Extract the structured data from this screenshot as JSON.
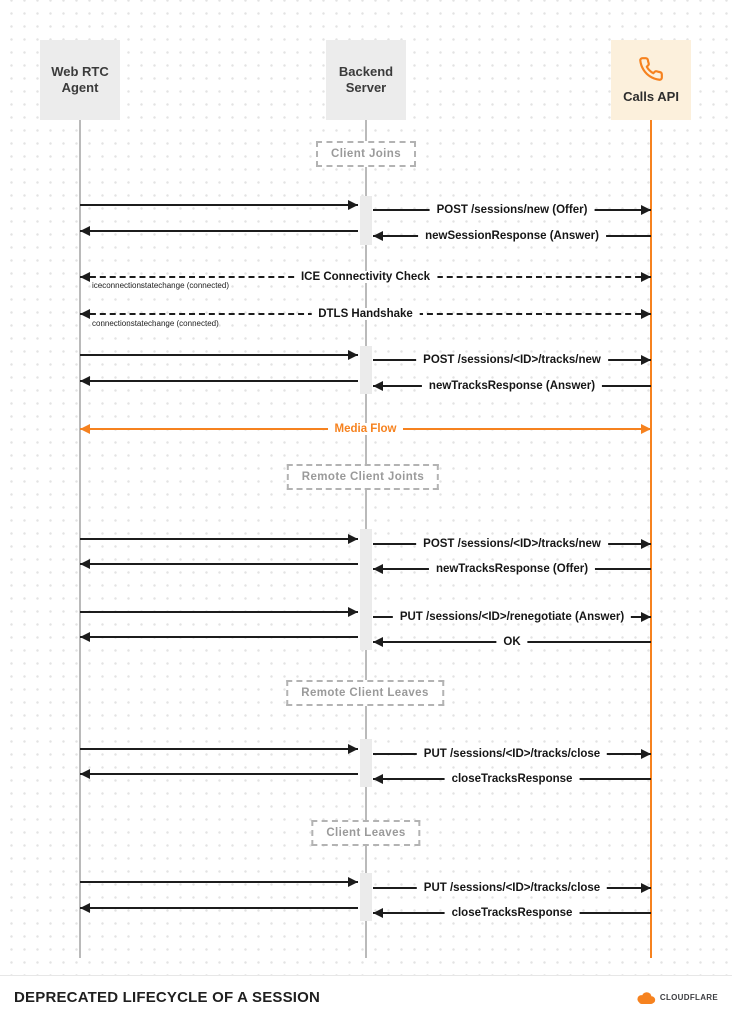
{
  "diagram": {
    "actors": [
      {
        "name": "Web RTC Agent",
        "label_lines": [
          "Web RTC",
          "Agent"
        ]
      },
      {
        "name": "Backend Server",
        "label_lines": [
          "Backend",
          "Server"
        ]
      },
      {
        "name": "Calls API",
        "label": "Calls API",
        "icon": "phone-icon"
      }
    ],
    "sections": [
      {
        "label": "Client Joins"
      },
      {
        "label": "Remote Client Joints"
      },
      {
        "label": "Remote Client Leaves"
      },
      {
        "label": "Client Leaves"
      }
    ],
    "handshakes": [
      {
        "label": "ICE Connectivity Check",
        "note": "iceconnectionstatechange (connected)"
      },
      {
        "label": "DTLS Handshake",
        "note": "connectionstatechange (connected)"
      }
    ],
    "media_flow_label": "Media Flow",
    "messages": [
      {
        "label": "POST /sessions/new (Offer)",
        "direction": "request",
        "from": "Backend Server",
        "to": "Calls API"
      },
      {
        "label": "newSessionResponse (Answer)",
        "direction": "response",
        "from": "Calls API",
        "to": "Backend Server"
      },
      {
        "label": "POST /sessions/<ID>/tracks/new",
        "direction": "request",
        "from": "Backend Server",
        "to": "Calls API"
      },
      {
        "label": "newTracksResponse (Answer)",
        "direction": "response",
        "from": "Calls API",
        "to": "Backend Server"
      },
      {
        "label": "POST /sessions/<ID>/tracks/new",
        "direction": "request",
        "from": "Backend Server",
        "to": "Calls API"
      },
      {
        "label": "newTracksResponse (Offer)",
        "direction": "response",
        "from": "Calls API",
        "to": "Backend Server"
      },
      {
        "label": "PUT /sessions/<ID>/renegotiate (Answer)",
        "direction": "request",
        "from": "Backend Server",
        "to": "Calls API"
      },
      {
        "label": "OK",
        "direction": "response",
        "from": "Calls API",
        "to": "Backend Server"
      },
      {
        "label": "PUT /sessions/<ID>/tracks/close",
        "direction": "request",
        "from": "Backend Server",
        "to": "Calls API"
      },
      {
        "label": "closeTracksResponse",
        "direction": "response",
        "from": "Calls API",
        "to": "Backend Server"
      },
      {
        "label": "PUT /sessions/<ID>/tracks/close",
        "direction": "request",
        "from": "Backend Server",
        "to": "Calls API"
      },
      {
        "label": "closeTracksResponse",
        "direction": "response",
        "from": "Calls API",
        "to": "Backend Server"
      }
    ],
    "footer": {
      "title": "DEPRECATED LIFECYCLE OF A SESSION",
      "brand": "CLOUDFLARE"
    },
    "colors": {
      "accent_orange": "#f6821f",
      "arrow": "#1c1c1c",
      "lifeline_gray": "#bababa",
      "calls_box_bg": "#fcf0dc",
      "actor_box_bg": "#ececec"
    }
  }
}
